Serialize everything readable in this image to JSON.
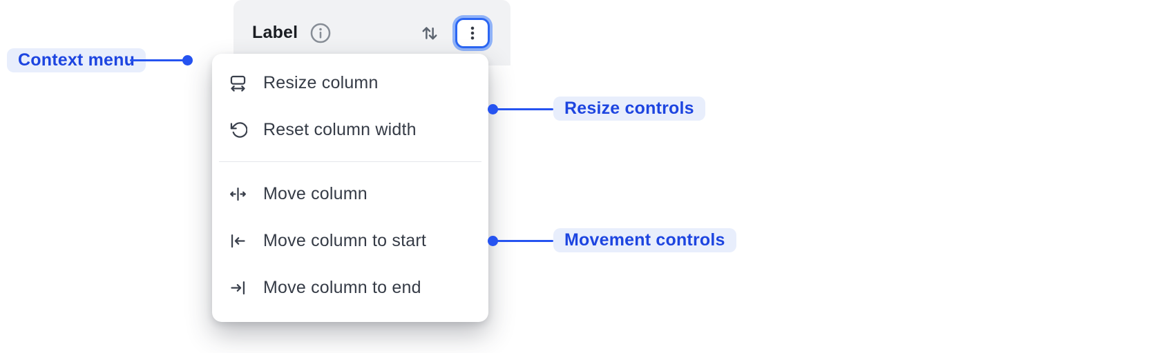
{
  "header": {
    "label": "Label",
    "icons": {
      "info": "info-icon",
      "sort": "sort-vertical-icon",
      "menu": "kebab-menu-icon"
    }
  },
  "menu": {
    "items": [
      {
        "label": "Resize column",
        "icon": "resize-column-icon",
        "group": "resize"
      },
      {
        "label": "Reset column width",
        "icon": "reset-column-width-icon",
        "group": "resize"
      },
      {
        "label": "Move column",
        "icon": "move-column-icon",
        "group": "movement"
      },
      {
        "label": "Move column to start",
        "icon": "move-column-to-start-icon",
        "group": "movement"
      },
      {
        "label": "Move column to end",
        "icon": "move-column-to-end-icon",
        "group": "movement"
      }
    ]
  },
  "annotations": {
    "context_menu": "Context menu",
    "resize_controls": "Resize controls",
    "movement_controls": "Movement controls"
  },
  "colors": {
    "accent_blue": "#2553f0",
    "annotation_pill_bg": "#e8eefc",
    "annotation_text": "#1d45e0",
    "header_bg": "#f1f2f4",
    "focus_ring": "#2b66f3",
    "focus_halo": "#8fb2f8",
    "menu_text": "#353b46",
    "icon_stroke": "#3a404c"
  }
}
